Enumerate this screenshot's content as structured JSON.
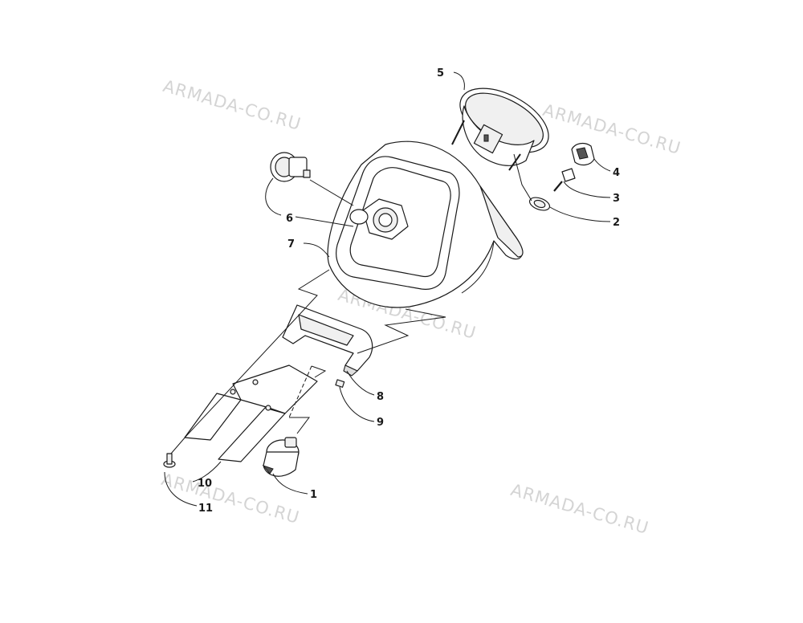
{
  "watermark": "ARMADA-CO.RU",
  "callouts": {
    "c1": "1",
    "c2": "2",
    "c3": "3",
    "c4": "4",
    "c5": "5",
    "c6": "6",
    "c7": "7",
    "c8": "8",
    "c9": "9",
    "c10": "10",
    "c11": "11"
  }
}
